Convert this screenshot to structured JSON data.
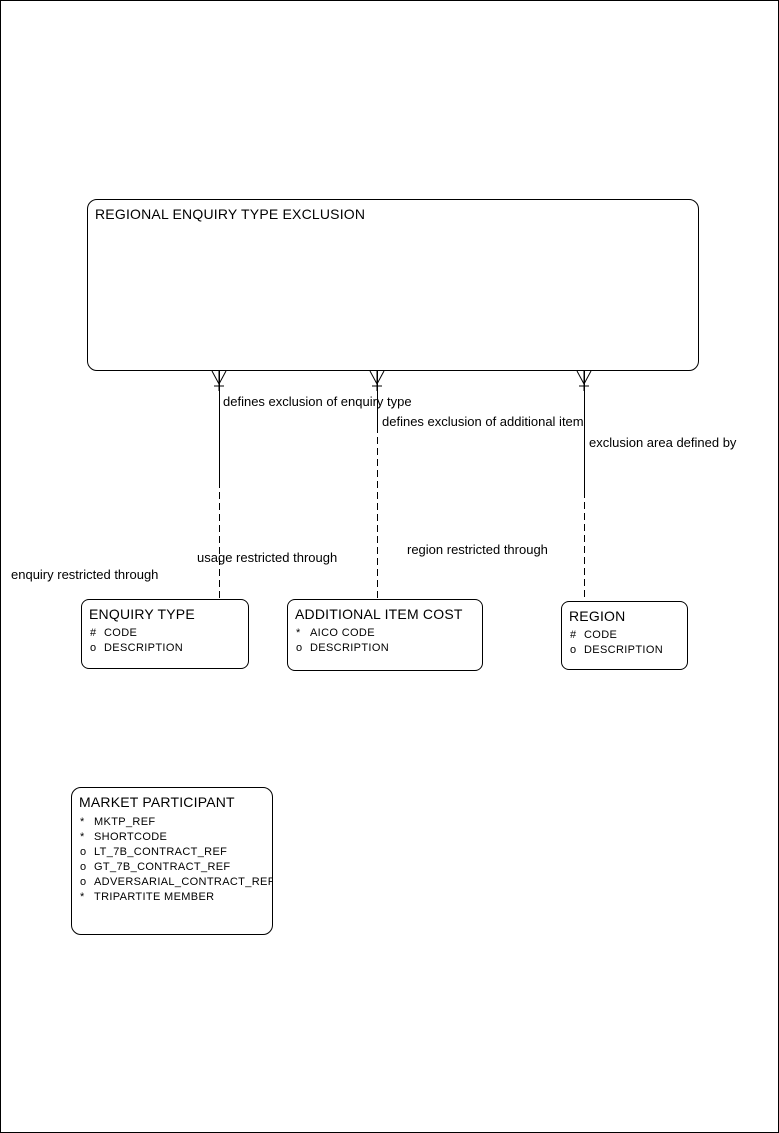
{
  "page": {
    "background_color": "#ffffff",
    "line_color": "#000000"
  },
  "diagram": {
    "main_entity": {
      "title": "REGIONAL ENQUIRY TYPE EXCLUSION"
    },
    "entities": [
      {
        "title": "ENQUIRY TYPE",
        "attributes": [
          {
            "prefix": "#",
            "name": "CODE"
          },
          {
            "prefix": "o",
            "name": "DESCRIPTION"
          }
        ]
      },
      {
        "title": "ADDITIONAL ITEM COST",
        "attributes": [
          {
            "prefix": "*",
            "name": "AICO CODE"
          },
          {
            "prefix": "o",
            "name": "DESCRIPTION"
          }
        ]
      },
      {
        "title": "REGION",
        "attributes": [
          {
            "prefix": "#",
            "name": "CODE"
          },
          {
            "prefix": "o",
            "name": "DESCRIPTION"
          }
        ]
      },
      {
        "title": "MARKET PARTICIPANT",
        "attributes": [
          {
            "prefix": "*",
            "name": "MKTP_REF"
          },
          {
            "prefix": "*",
            "name": "SHORTCODE"
          },
          {
            "prefix": "o",
            "name": "LT_7B_CONTRACT_REF"
          },
          {
            "prefix": "o",
            "name": "GT_7B_CONTRACT_REF"
          },
          {
            "prefix": "o",
            "name": "ADVERSARIAL_CONTRACT_REF"
          },
          {
            "prefix": "*",
            "name": "TRIPARTITE MEMBER"
          }
        ]
      }
    ],
    "relationships": [
      {
        "target": "ENQUIRY TYPE",
        "from_label": "defines exclusion of enquiry type",
        "to_label": "enquiry restricted through"
      },
      {
        "target": "ADDITIONAL ITEM COST",
        "from_label": "defines exclusion of additional item",
        "to_label": "usage restricted through"
      },
      {
        "target": "REGION",
        "from_label": "exclusion area defined by",
        "to_label": "region restricted through"
      }
    ]
  }
}
